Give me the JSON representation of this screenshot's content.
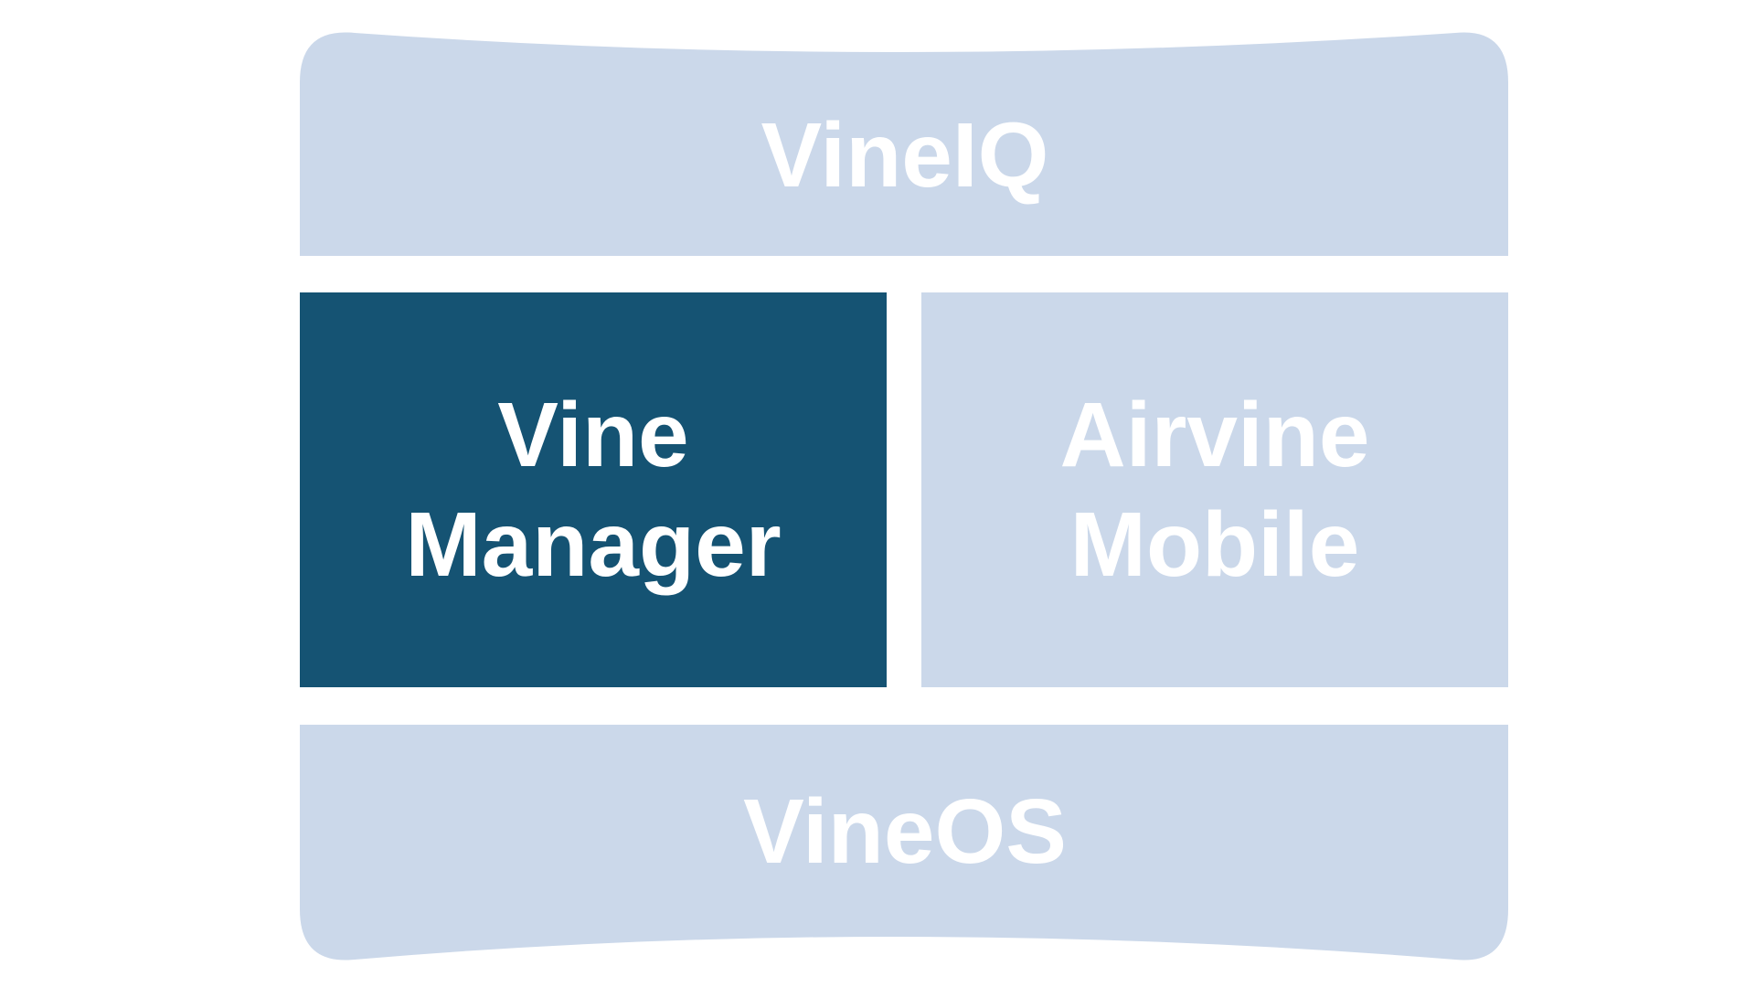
{
  "colors": {
    "light_block": "#cbd8ea",
    "dark_block": "#155373",
    "text": "#ffffff",
    "background": "#ffffff"
  },
  "blocks": {
    "top": {
      "label": "VineIQ",
      "style": "light"
    },
    "left": {
      "label": "Vine\nManager",
      "style": "dark"
    },
    "right": {
      "label": "Airvine\nMobile",
      "style": "light"
    },
    "bottom": {
      "label": "VineOS",
      "style": "light"
    }
  }
}
